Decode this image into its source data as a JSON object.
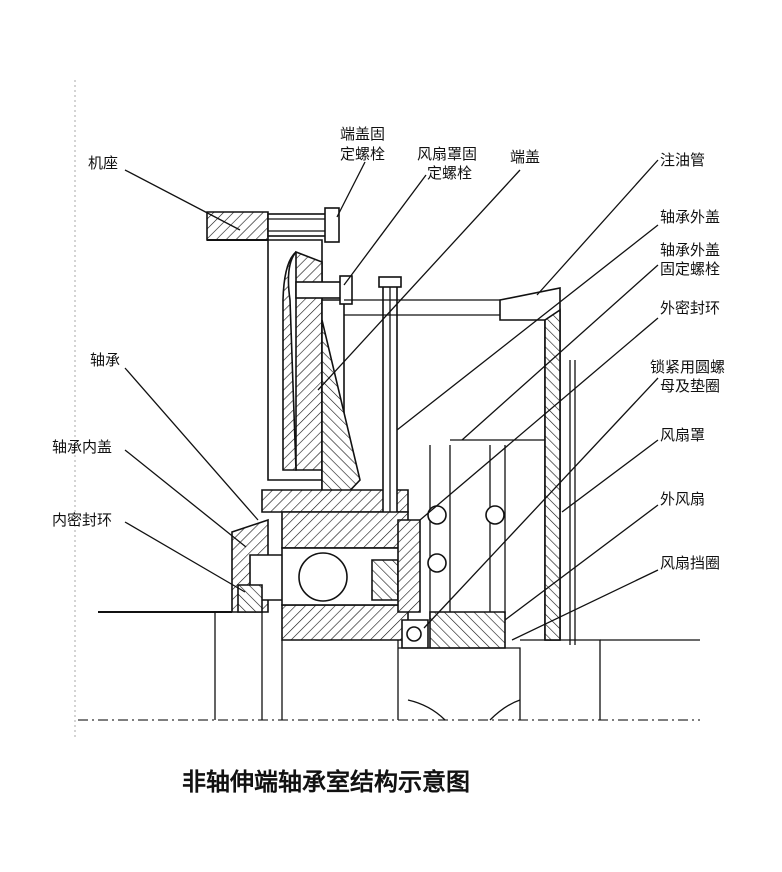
{
  "caption": "非轴伸端轴承室结构示意图",
  "labels": {
    "jizuo": "机座",
    "duangai_bolt_1": "端盖固",
    "duangai_bolt_2": "定螺栓",
    "fengshanzhao_bolt_1": "风扇罩固",
    "fengshanzhao_bolt_2": "定螺栓",
    "duangai": "端盖",
    "zhuyouguan": "注油管",
    "zhoucheng_waigai": "轴承外盖",
    "zhoucheng_waigai_bolt_1": "轴承外盖",
    "zhoucheng_waigai_bolt_2": "固定螺栓",
    "wai_mifenghuan": "外密封环",
    "suojin_1": "锁紧用圆螺",
    "suojin_2": "母及垫圈",
    "fengshanzhao": "风扇罩",
    "wai_fengshan": "外风扇",
    "fengshan_dangquan": "风扇挡圈",
    "zhoucheng": "轴承",
    "zhoucheng_neigai": "轴承内盖",
    "nei_mifenghuan": "内密封环"
  }
}
